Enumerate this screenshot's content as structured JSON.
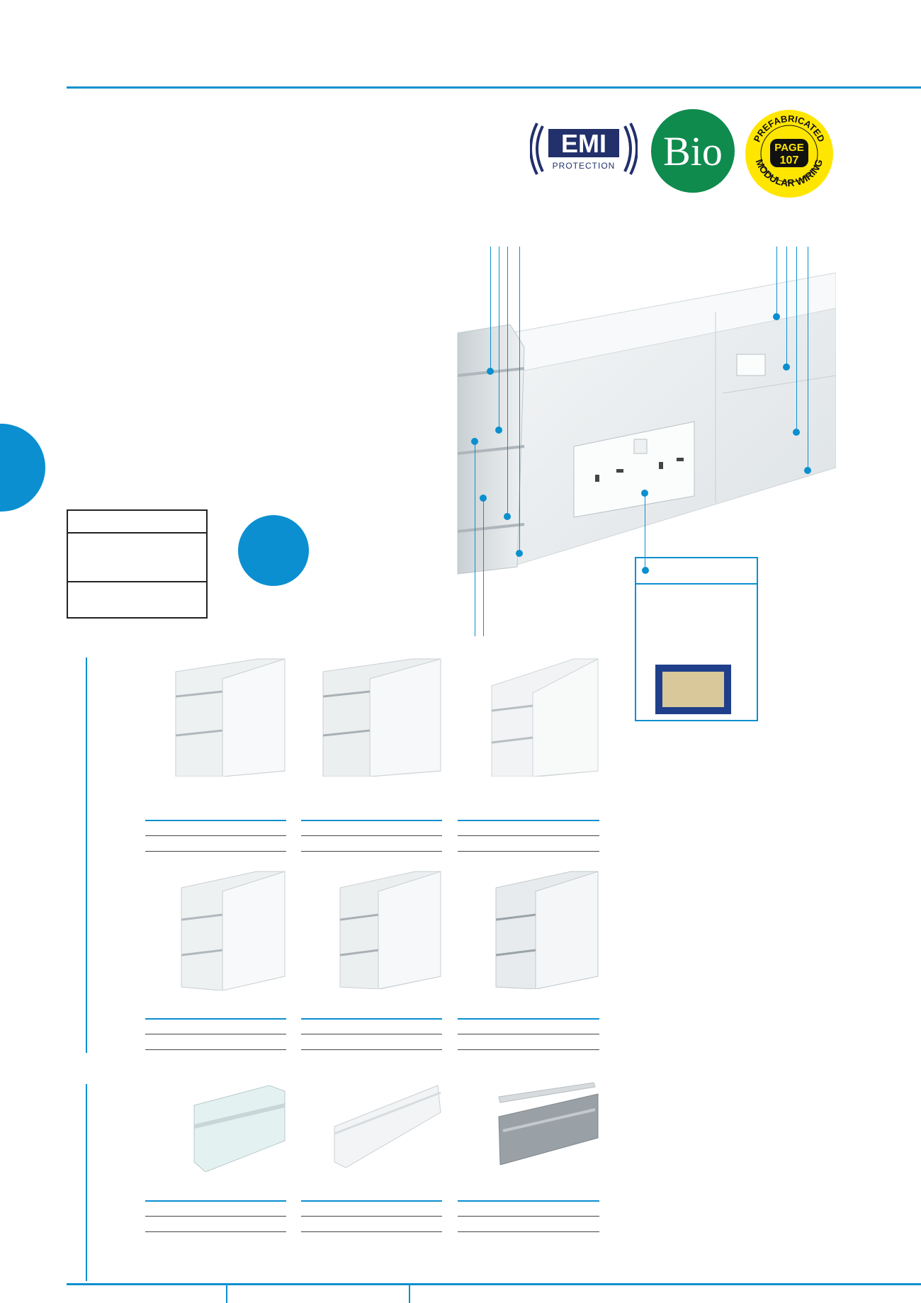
{
  "badges": {
    "emi": {
      "main": "EMI",
      "sub": "PROTECTION"
    },
    "bio": {
      "label": "Bio"
    },
    "prefab": {
      "top": "PREFABRICATED",
      "page": "PAGE",
      "number": "107",
      "bottom": "MODULAR WIRING"
    }
  },
  "colors": {
    "accent": "#0a8fcf",
    "bio_green": "#0f8b4e",
    "prefab_yellow": "#ffe600",
    "emi_navy": "#22306b"
  },
  "icons": [
    "emi-protection-badge",
    "bio-badge",
    "prefabricated-modular-wiring-badge",
    "blue-tab-circle",
    "callout-dot"
  ]
}
